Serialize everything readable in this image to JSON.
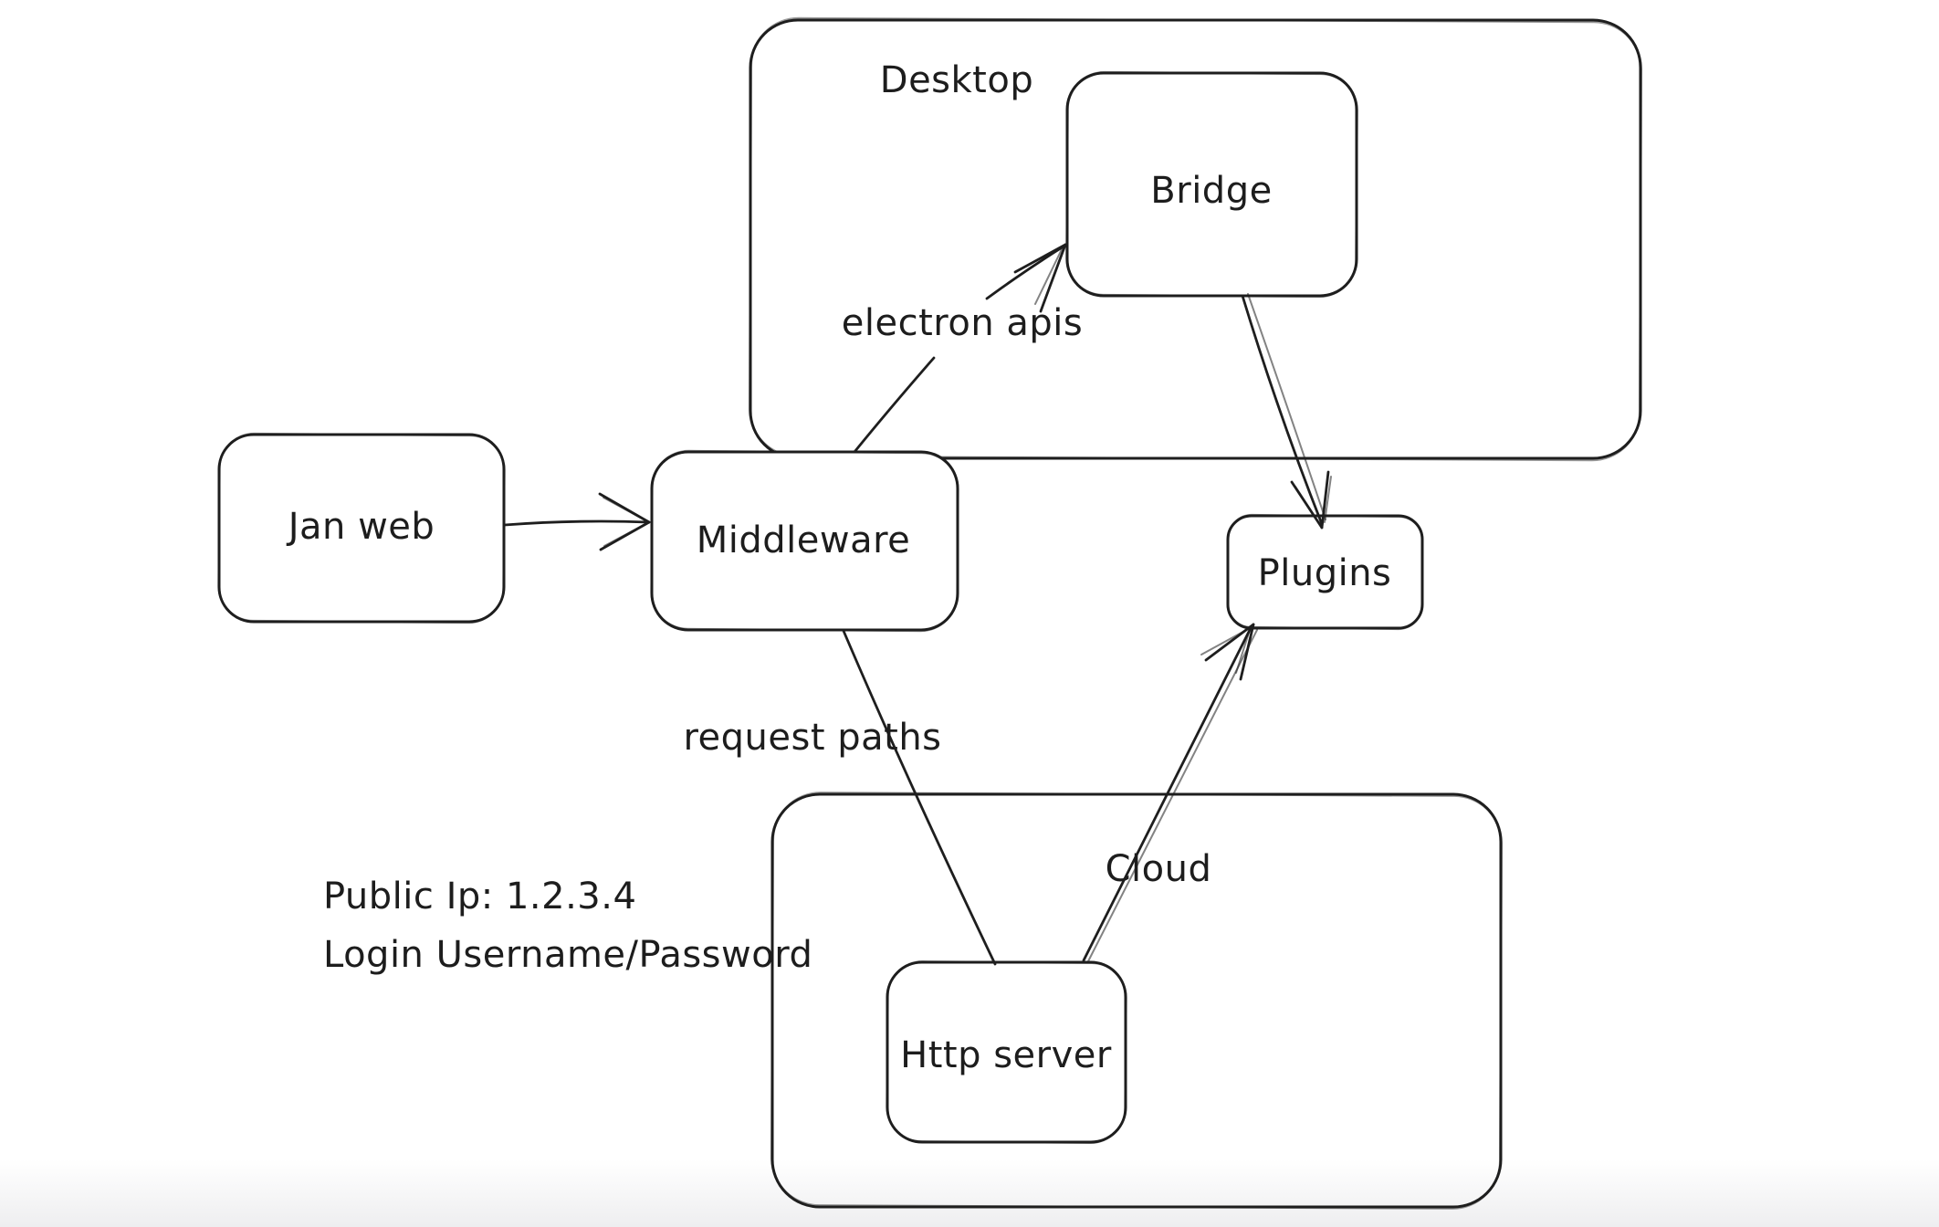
{
  "diagram": {
    "background_color": "#ffffff",
    "stroke_color": "#1e1e1e",
    "bottom_fade_color": "#eeeef0",
    "containers": {
      "desktop": {
        "label": "Desktop"
      },
      "cloud": {
        "label": "Cloud"
      }
    },
    "nodes": {
      "jan_web": {
        "label": "Jan web"
      },
      "middleware": {
        "label": "Middleware"
      },
      "bridge": {
        "label": "Bridge"
      },
      "plugins": {
        "label": "Plugins"
      },
      "http_server": {
        "label": "Http server"
      }
    },
    "edges": [
      {
        "from": "Jan web",
        "to": "Middleware",
        "label": ""
      },
      {
        "from": "Middleware",
        "to": "Bridge",
        "label": "electron apis"
      },
      {
        "from": "Bridge",
        "to": "Plugins",
        "label": ""
      },
      {
        "from": "Middleware",
        "to": "Http server",
        "label": "request paths"
      },
      {
        "from": "Http server",
        "to": "Plugins",
        "label": ""
      }
    ],
    "annotation": {
      "line1": "Public Ip: 1.2.3.4",
      "line2": "Login Username/Password"
    }
  }
}
